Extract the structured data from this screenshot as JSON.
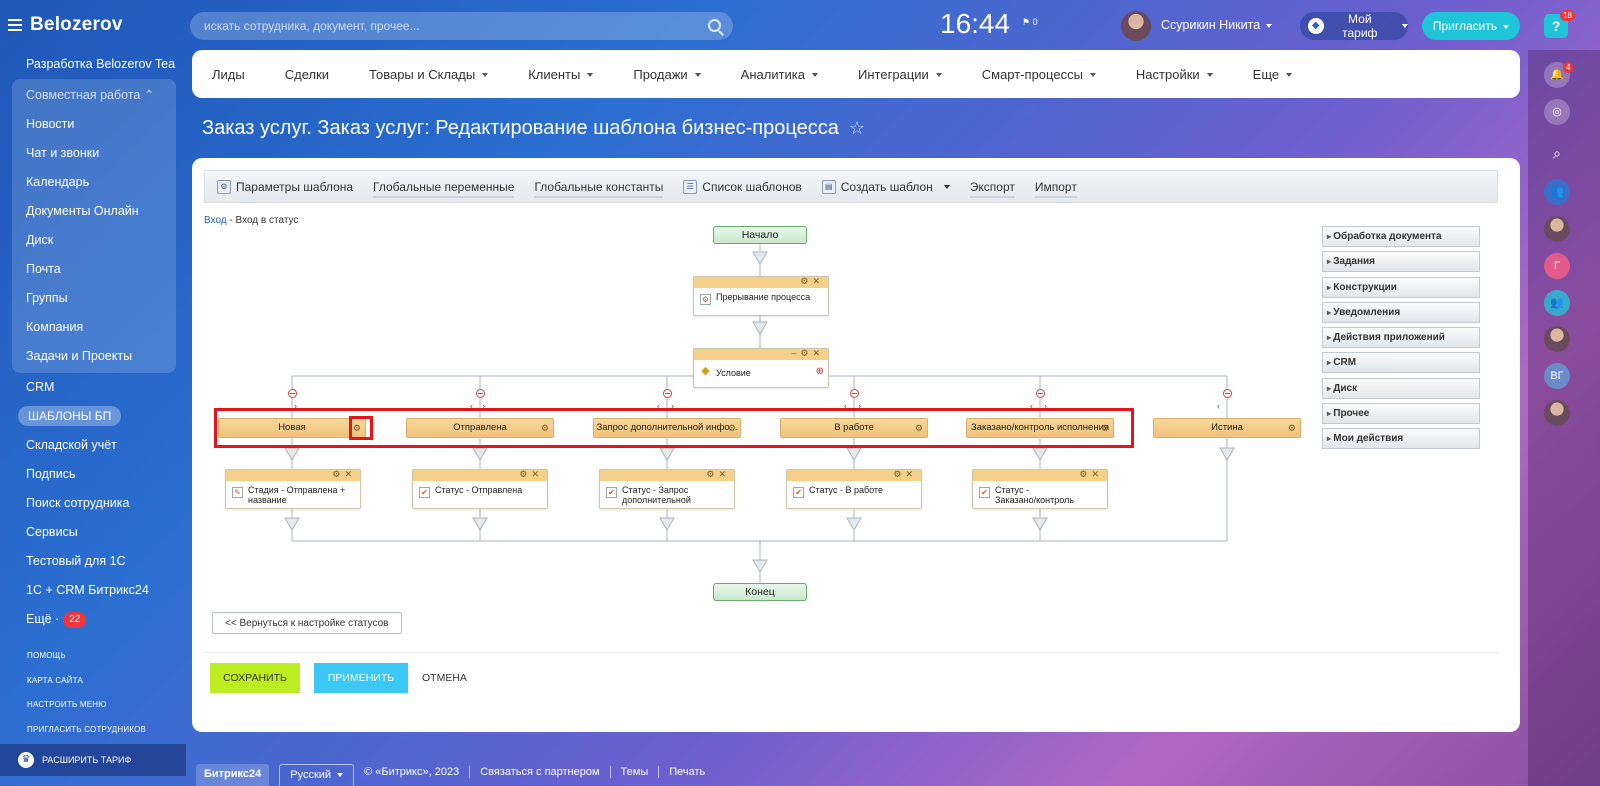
{
  "app": {
    "logo": "Belozerov"
  },
  "sidebar": {
    "portal": "Разработка Belozerov Tea...",
    "group_title": "Совместная работа",
    "group_items": [
      "Новости",
      "Чат и звонки",
      "Календарь",
      "Документы Онлайн",
      "Диск",
      "Почта",
      "Группы",
      "Компания",
      "Задачи и Проекты"
    ],
    "items": [
      "CRM",
      "ШАБЛОНЫ БП",
      "Складской учёт",
      "Подпись",
      "Поиск сотрудника",
      "Сервисы",
      "Тестовый для 1С",
      "1С + CRM Битрикс24"
    ],
    "more_label": "Ещё ·",
    "more_count": "22",
    "small_links": [
      "ПОМОЩЬ",
      "КАРТА САЙТА",
      "НАСТРОИТЬ МЕНЮ",
      "ПРИГЛАСИТЬ СОТРУДНИКОВ"
    ],
    "upgrade": "РАСШИРИТЬ ТАРИФ"
  },
  "header": {
    "search_placeholder": "искать сотрудника, документ, прочее...",
    "time": "16:44",
    "flag_count": "0",
    "user_name": "Ссурикин Никита",
    "tariff": "Мой тариф",
    "invite": "Пригласить",
    "help_badge": "18",
    "notif_badge": "4",
    "rail_letters": [
      "Г",
      "ВГ"
    ]
  },
  "nav": [
    "Лиды",
    "Сделки",
    "Товары и Склады",
    "Клиенты",
    "Продажи",
    "Аналитика",
    "Интеграции",
    "Смарт-процессы",
    "Настройки",
    "Еще"
  ],
  "page": {
    "title": "Заказ услуг. Заказ услуг: Редактирование шаблона бизнес-процесса"
  },
  "toolbar": [
    "Параметры шаблона",
    "Глобальные переменные",
    "Глобальные константы",
    "Список шаблонов",
    "Создать шаблон",
    "Экспорт",
    "Импорт"
  ],
  "breadcrumb": {
    "link": "Вход",
    "current": "- Вход в статус"
  },
  "diagram": {
    "start": "Начало",
    "end": "Конец",
    "interrupt": "Прерывание процесса",
    "condition": "Условие",
    "branches": [
      "Новая",
      "Отправлена",
      "Запрос дополнительной инфо...",
      "В работе",
      "Заказано/контроль исполнения",
      "Истина"
    ],
    "actions": [
      [
        "Стадия - Отправлена +",
        "название"
      ],
      [
        "Статус - Отправлена",
        ""
      ],
      [
        "Статус - Запрос",
        "дополнительной"
      ],
      [
        "Статус - В работе",
        ""
      ],
      [
        "Статус -",
        "Заказано/контроль"
      ]
    ]
  },
  "palette": [
    "Обработка документа",
    "Задания",
    "Конструкции",
    "Уведомления",
    "Действия приложений",
    "CRM",
    "Диск",
    "Прочее",
    "Мои действия"
  ],
  "buttons": {
    "back": "<< Вернуться к настройке статусов",
    "save": "СОХРАНИТЬ",
    "apply": "ПРИМЕНИТЬ",
    "cancel": "ОТМЕНА"
  },
  "footer": [
    "Битрикс24",
    "Русский",
    "© «Битрикс», 2023",
    "Связаться с партнером",
    "Темы",
    "Печать"
  ],
  "colors": {
    "highlight": "#e3151b",
    "save": "#bbed21",
    "apply": "#3bc8f5",
    "invite": "#1fc4d9"
  }
}
